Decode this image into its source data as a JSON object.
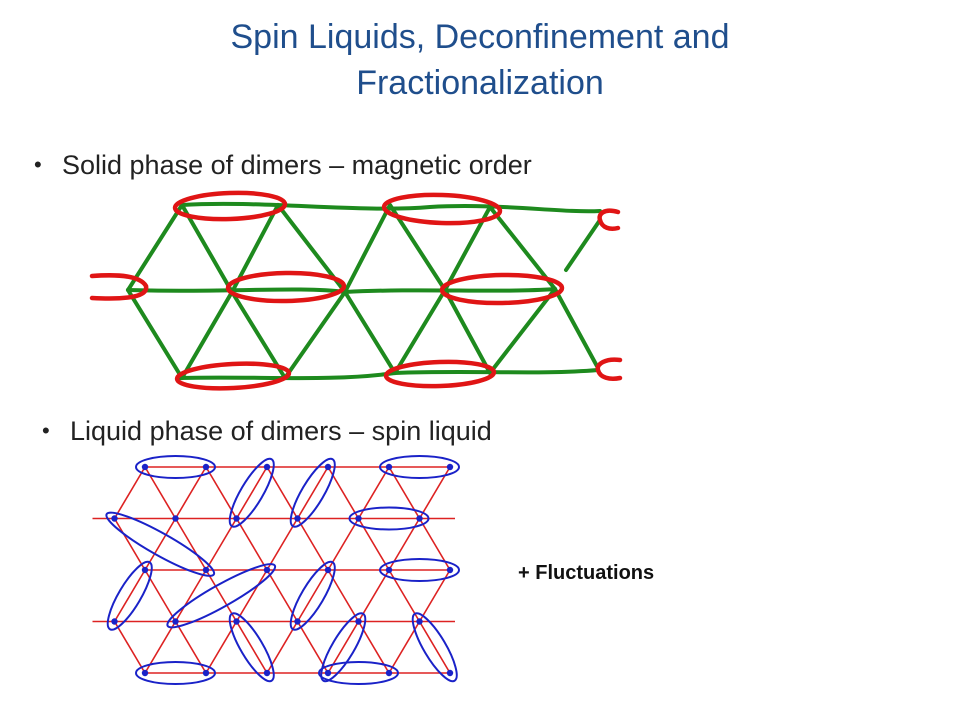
{
  "title": {
    "line1": "Spin Liquids, Deconfinement and",
    "line2": "Fractionalization"
  },
  "bullets": [
    {
      "text": "Solid phase of dimers – magnetic order"
    },
    {
      "text": "Liquid phase of dimers – spin liquid"
    }
  ],
  "annotation": "+ Fluctuations",
  "colors": {
    "title": "#1f4e8c",
    "solid_lattice": "#1e8a1e",
    "solid_dimers": "#e01515",
    "liquid_lattice": "#dd2222",
    "liquid_dimers": "#1a22c8",
    "liquid_sites": "#1a22c8"
  }
}
